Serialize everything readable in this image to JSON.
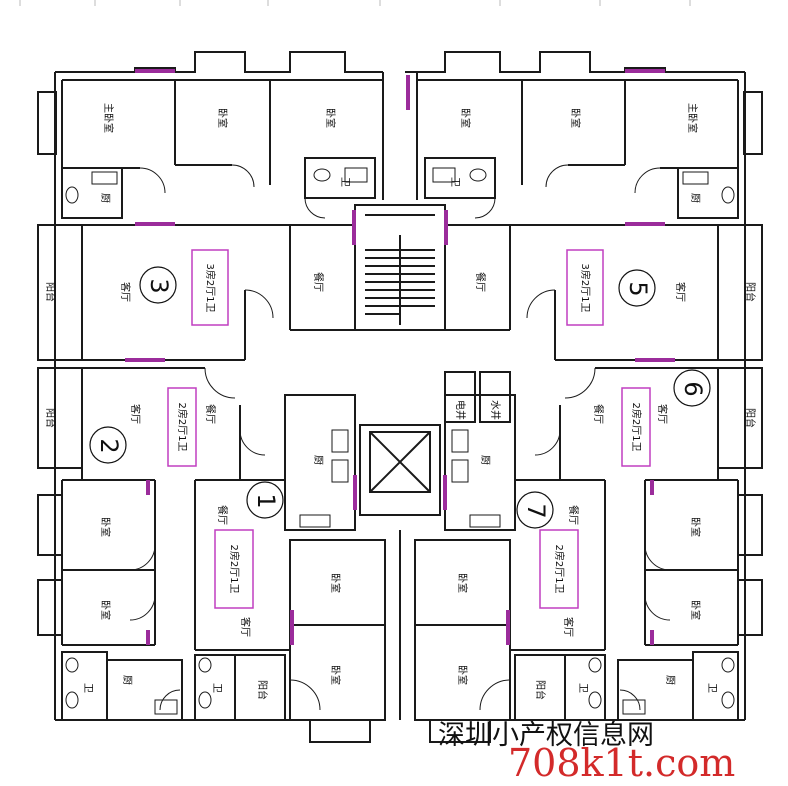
{
  "labels": {
    "master_bedroom": "主卧室",
    "bedroom": "卧室",
    "living": "客厅",
    "dining": "餐厅",
    "balcony": "阳台",
    "kitchen": "厨",
    "toilet": "卫",
    "elec_shaft": "电井",
    "water_shaft": "水井"
  },
  "units": [
    {
      "number": "3",
      "type": "3房2厅1卫"
    },
    {
      "number": "5",
      "type": "3房2厅1卫"
    },
    {
      "number": "2",
      "type": "2房2厅1卫"
    },
    {
      "number": "6",
      "type": "2房2厅1卫"
    },
    {
      "number": "1",
      "type": "2房2厅1卫"
    },
    {
      "number": "7",
      "type": "2房2厅1卫"
    }
  ],
  "watermark": {
    "text": "深圳小产权信息网",
    "url": "708k1t.com"
  },
  "colors": {
    "wall": "#1a1a1a",
    "accent": "#9b2c9b",
    "watermark_url": "#d32a2a"
  }
}
